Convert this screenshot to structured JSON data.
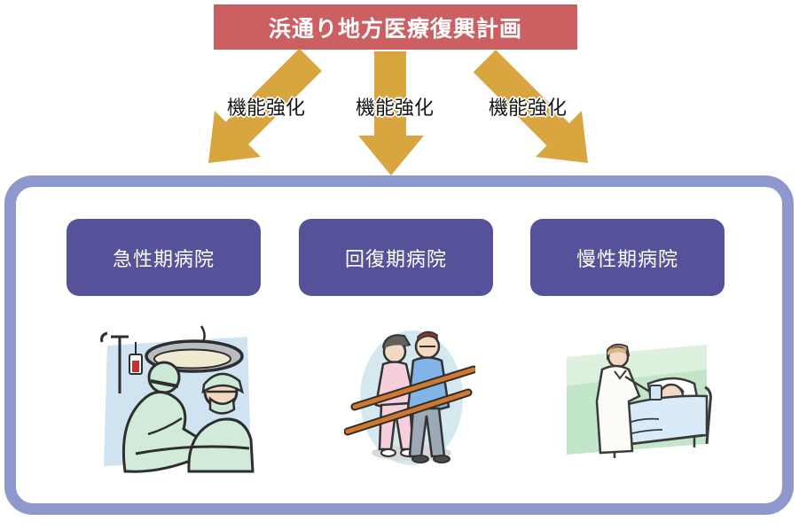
{
  "header": {
    "title": "浜通り地方医療復興計画",
    "bg_color": "#cc5f62",
    "text_color": "#ffffff"
  },
  "arrows": {
    "color": "#d9a53e",
    "items": [
      {
        "label": "機能強化",
        "direction": "down-left"
      },
      {
        "label": "機能強化",
        "direction": "down"
      },
      {
        "label": "機能強化",
        "direction": "down-right"
      }
    ]
  },
  "panel": {
    "border_color": "#8f98cc",
    "bg_color": "#ffffff"
  },
  "hospitals": {
    "box_bg_color": "#55529a",
    "box_text_color": "#ffffff",
    "items": [
      {
        "label": "急性期病院",
        "illustration": "surgery-scene-icon"
      },
      {
        "label": "回復期病院",
        "illustration": "rehabilitation-parallel-bars-icon"
      },
      {
        "label": "慢性期病院",
        "illustration": "nurse-bedside-care-icon"
      }
    ]
  }
}
